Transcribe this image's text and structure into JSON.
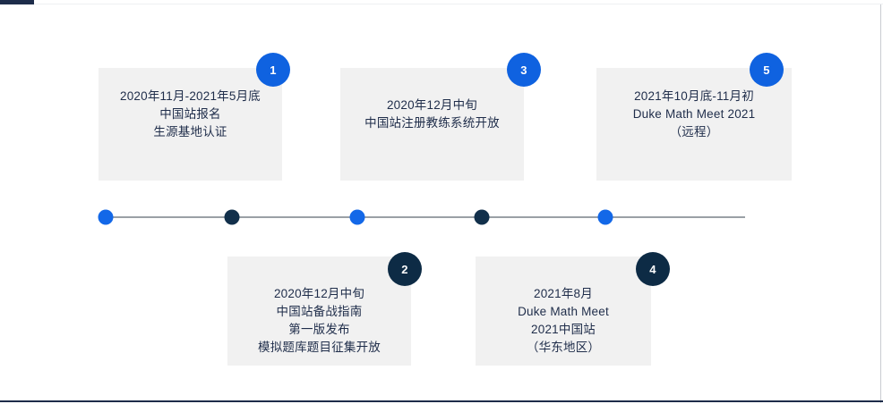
{
  "page": {
    "title": "Duke Math Meet 2021 China Timeline",
    "background_color": "#ffffff",
    "card_background": "#f1f1f1",
    "text_color": "#1f2d4a",
    "accent_blue": "#1368e8",
    "accent_navy": "#12304b",
    "axis_color": "#9aa0a6"
  },
  "timeline": {
    "axis_label": "timeline-axis",
    "dots": [
      {
        "id": "dot-1",
        "number": "1",
        "color": "#1368e8",
        "style": "blue"
      },
      {
        "id": "dot-2",
        "number": "2",
        "color": "#12304b",
        "style": "navy"
      },
      {
        "id": "dot-3",
        "number": "3",
        "color": "#1368e8",
        "style": "blue"
      },
      {
        "id": "dot-4",
        "number": "4",
        "color": "#12304b",
        "style": "navy"
      },
      {
        "id": "dot-5",
        "number": "5",
        "color": "#1368e8",
        "style": "blue"
      }
    ],
    "events": [
      {
        "number": "1",
        "position": "above",
        "badge_color": "#0f62e0",
        "badge_style": "blue",
        "lines": [
          "2020年11月-2021年5月底",
          "中国站报名",
          "生源基地认证"
        ],
        "text": "2020年11月-2021年5月底\n中国站报名\n生源基地认证"
      },
      {
        "number": "2",
        "position": "below",
        "badge_color": "#0d2b45",
        "badge_style": "navy",
        "lines": [
          "2020年12月中旬",
          "中国站备战指南",
          "第一版发布",
          "模拟题库题目征集开放"
        ],
        "text": "2020年12月中旬\n中国站备战指南\n第一版发布\n模拟题库题目征集开放"
      },
      {
        "number": "3",
        "position": "above",
        "badge_color": "#0f62e0",
        "badge_style": "blue",
        "lines": [
          "2020年12月中旬",
          "中国站注册教练系统开放"
        ],
        "text": "2020年12月中旬\n中国站注册教练系统开放"
      },
      {
        "number": "4",
        "position": "below",
        "badge_color": "#0d2b45",
        "badge_style": "navy",
        "lines": [
          "2021年8月",
          "Duke Math Meet",
          "2021中国站",
          "（华东地区）"
        ],
        "text": "2021年8月\nDuke Math Meet\n2021中国站\n（华东地区）"
      },
      {
        "number": "5",
        "position": "above",
        "badge_color": "#0f62e0",
        "badge_style": "blue",
        "lines": [
          "2021年10月底-11月初",
          "Duke Math Meet 2021",
          "（远程）"
        ],
        "text": "2021年10月底-11月初\nDuke Math Meet 2021\n（远程）"
      }
    ]
  }
}
